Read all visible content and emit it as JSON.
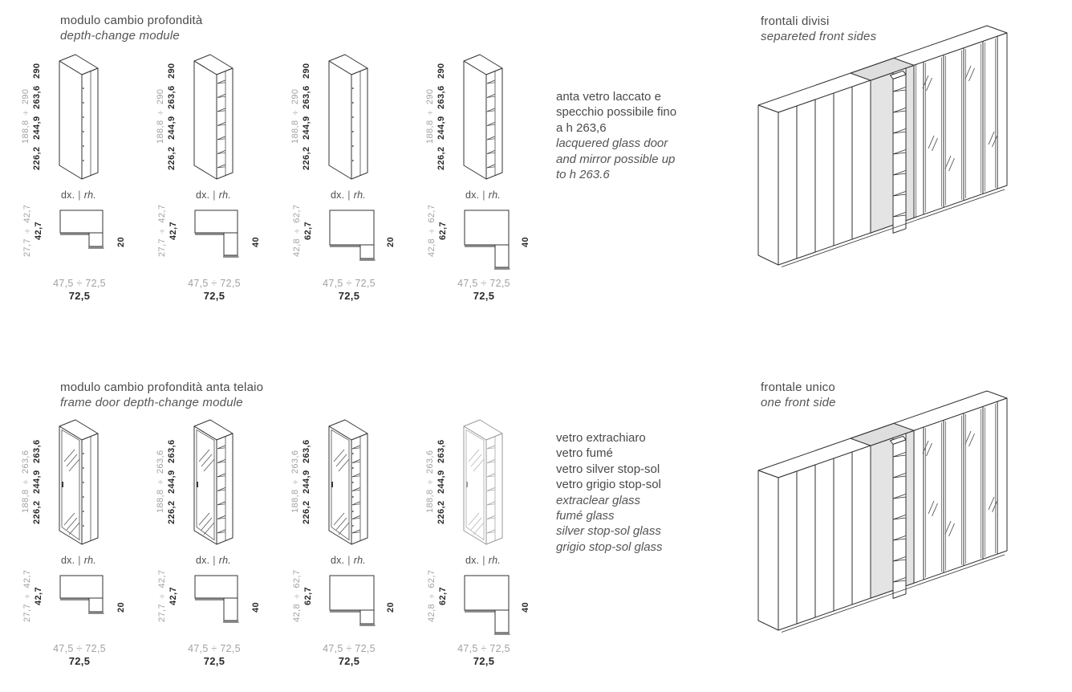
{
  "top": {
    "title": "modulo cambio profondità",
    "subtitle": "depth-change module",
    "v_range": "188,8 ÷ 290",
    "v_sizes": "226,2 244,9 263,6 290",
    "note_it": "anta vetro laccato e\nspecchio possibile fino\na h 263,6",
    "note_en": "lacquered glass door\nand mirror possible up\nto h 263.6",
    "illus_title": "frontali divisi",
    "illus_subtitle": "separeted front sides"
  },
  "bottom": {
    "title": "modulo cambio profondità anta telaio",
    "subtitle": "frame door depth-change module",
    "v_range": "188,8 ÷ 263,6",
    "v_sizes": "226,2 244,9 263,6",
    "note_it": "vetro extrachiaro\nvetro fumé\nvetro silver stop-sol\nvetro grigio stop-sol",
    "note_en": "extraclear glass\nfumé glass\nsilver stop-sol glass\ngrigio stop-sol glass",
    "illus_title": "frontale unico",
    "illus_subtitle": "one front side"
  },
  "plan": {
    "dx": "dx.",
    "sep": "|",
    "rh": "rh.",
    "shallow_range": "27,7 ÷ 42,7",
    "shallow_max": "42,7",
    "deep_range": "42,8 ÷ 62,7",
    "deep_max": "62,7",
    "w20": "20",
    "w40": "40",
    "bottom_range": "47,5 ÷ 72,5",
    "bottom_max": "72,5"
  },
  "colors": {
    "line": "#333333",
    "line_soft": "#555555",
    "thick_gray": "#8f8f8f",
    "fill_gray": "#e4e4e4",
    "fill_gray_top": "#dedede",
    "text_gray": "#a2a2a2",
    "text_dark": "#2b2b2b"
  }
}
